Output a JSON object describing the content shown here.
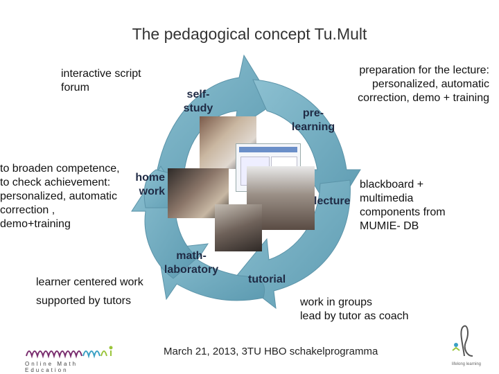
{
  "title": "The pedagogical concept Tu.Mult",
  "colors": {
    "arrow": "#6fa9bd",
    "arrow_dark": "#4c8aa1",
    "arrow_light": "#8cc0d1"
  },
  "nodes": {
    "self_study": "self-\nstudy",
    "pre_learning": "pre-\nlearning",
    "homework": "home\nwork",
    "lecture": "lecture",
    "math_laboratory": "math-\nlaboratory",
    "tutorial": "tutorial"
  },
  "notes": {
    "self_study": "interactive  script\nforum",
    "pre_learning": "preparation  for  the lecture:\npersonalized, automatic\ncorrection, demo + training",
    "homework": "to broaden competence,\nto check achievement:\npersonalized, automatic\ncorrection ,\ndemo+training",
    "lecture": "blackboard  +\nmultimedia\ncomponents from\nMUMIE- DB",
    "math_laboratory_line1": "learner centered work",
    "math_laboratory_line2": "supported by tutors",
    "tutorial": "work in groups\nlead by tutor as coach"
  },
  "footer": "March 21, 2013, 3TU HBO schakelprogramma",
  "logos": {
    "left_text": "Online Math Education",
    "right_text": "lifelong learning"
  }
}
